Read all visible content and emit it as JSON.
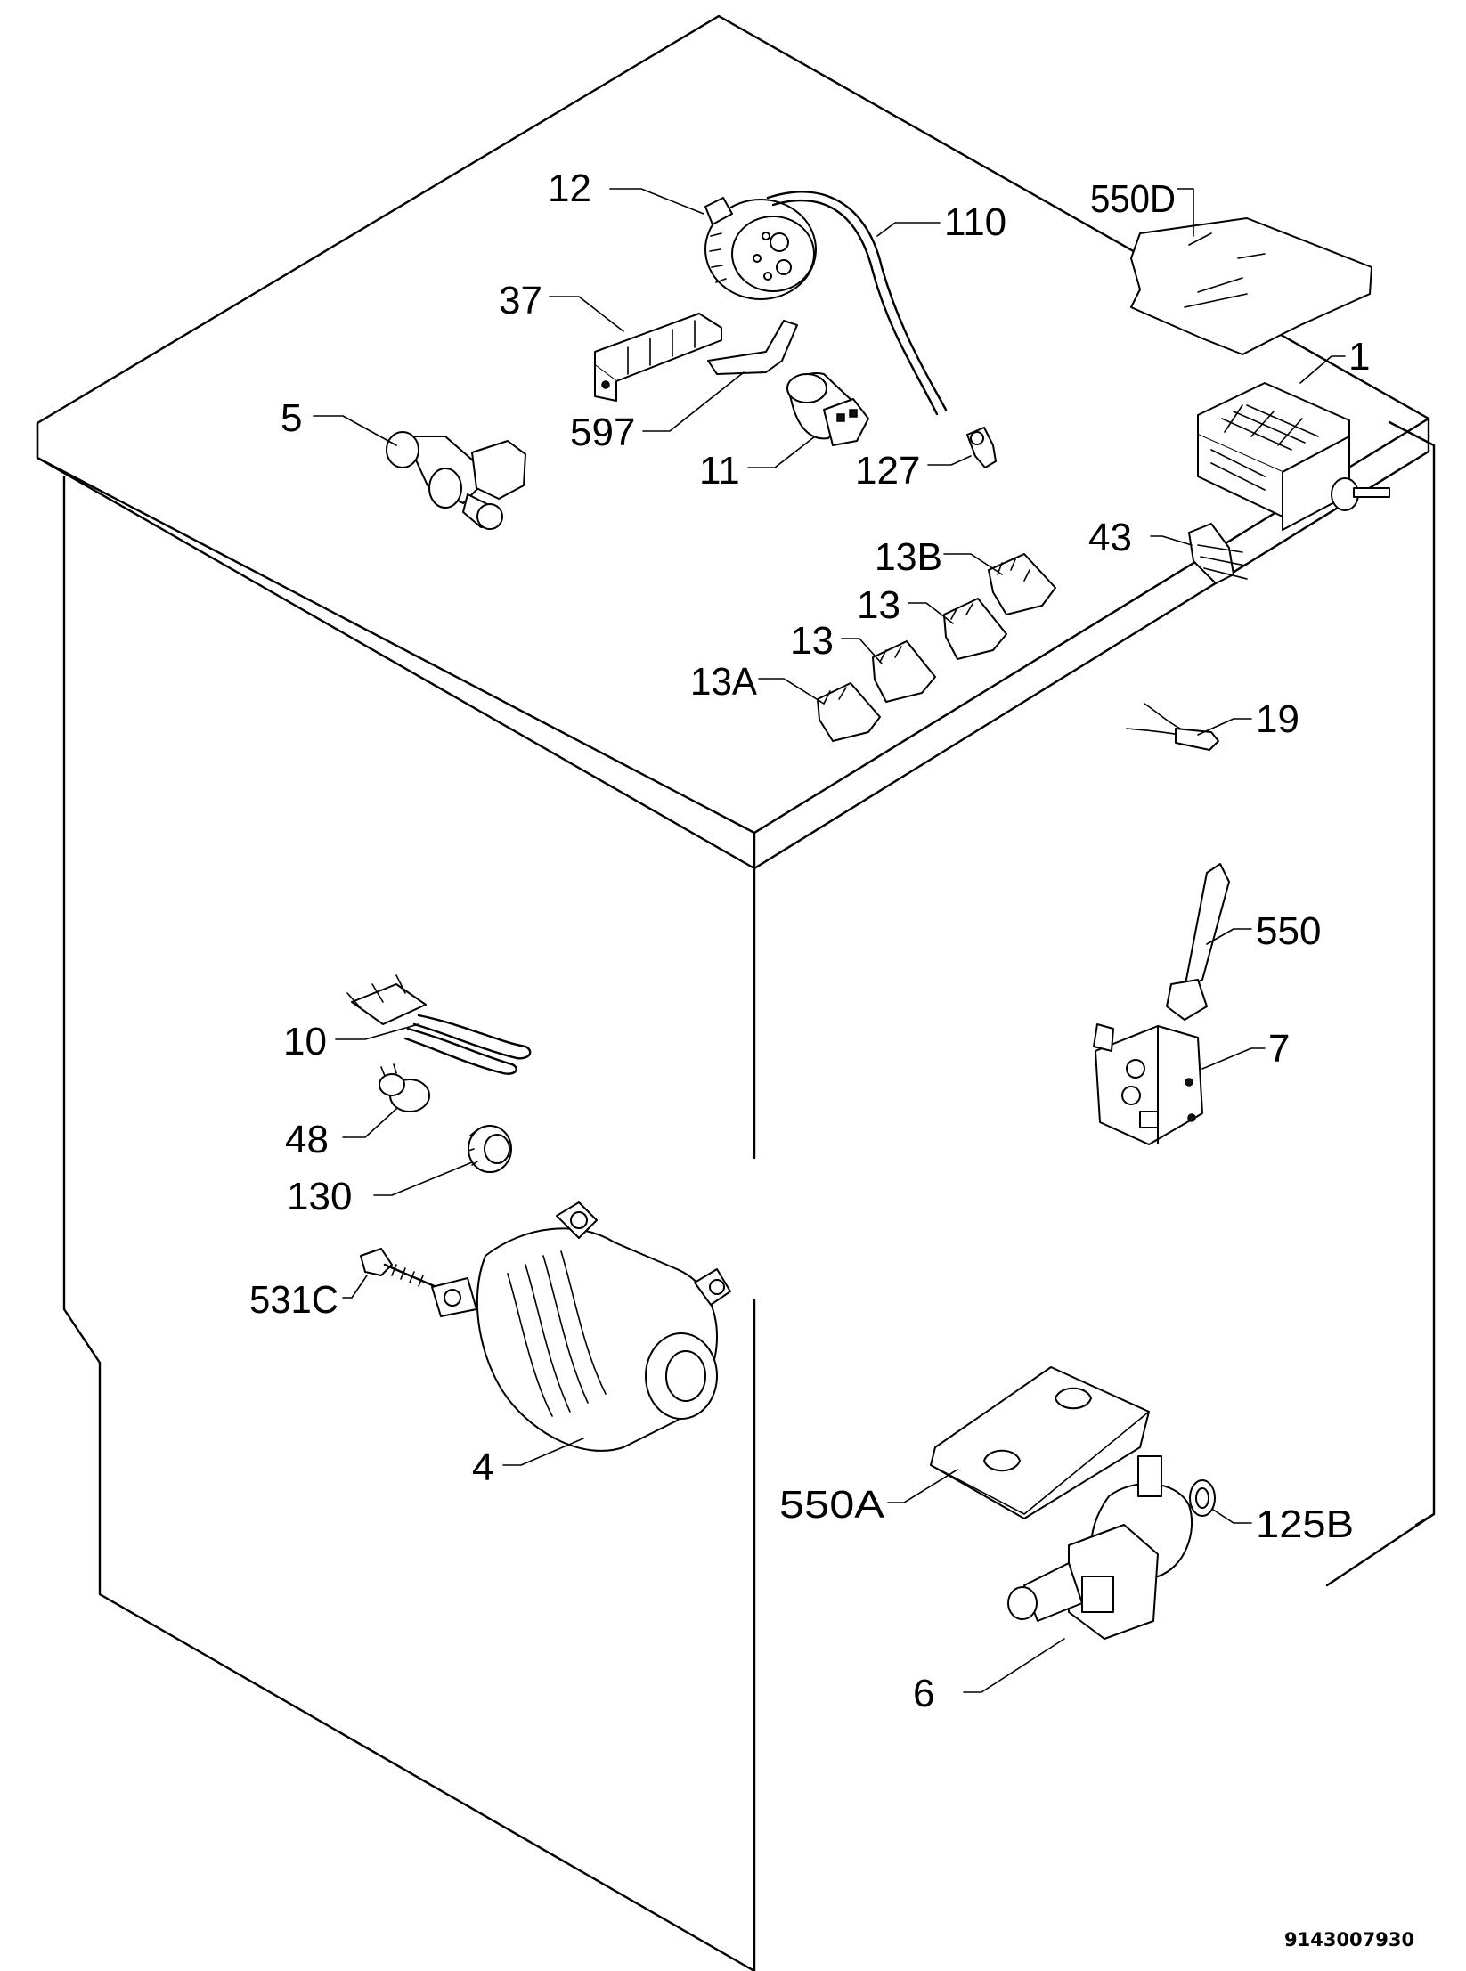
{
  "diagram": {
    "drawing_number": "9143007930",
    "parts": [
      {
        "label": "12"
      },
      {
        "label": "110"
      },
      {
        "label": "550D"
      },
      {
        "label": "37"
      },
      {
        "label": "1"
      },
      {
        "label": "5"
      },
      {
        "label": "597"
      },
      {
        "label": "11"
      },
      {
        "label": "127"
      },
      {
        "label": "43"
      },
      {
        "label": "13B"
      },
      {
        "label": "13"
      },
      {
        "label": "13"
      },
      {
        "label": "13A"
      },
      {
        "label": "19"
      },
      {
        "label": "550"
      },
      {
        "label": "10"
      },
      {
        "label": "7"
      },
      {
        "label": "48"
      },
      {
        "label": "130"
      },
      {
        "label": "531C"
      },
      {
        "label": "4"
      },
      {
        "label": "550A"
      },
      {
        "label": "125B"
      },
      {
        "label": "6"
      }
    ]
  }
}
